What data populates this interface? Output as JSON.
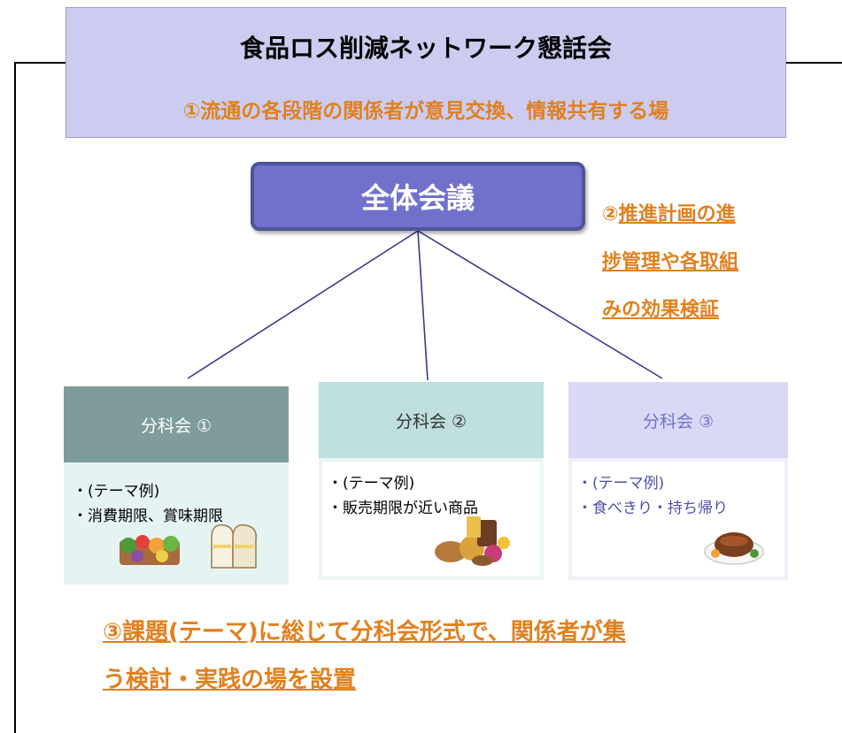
{
  "header": {
    "title": "食品ロス削減ネットワーク懇話会",
    "subtitle": "①流通の各段階の関係者が意見交換、情報共有する場"
  },
  "plenary": {
    "label": "全体会議"
  },
  "side_note": {
    "prefix": "②",
    "underlined": "推進計画の進",
    "line2": "捗管理や各取組",
    "line3": "みの効果検証"
  },
  "subcommittees": [
    {
      "label": "分科会 ①",
      "lines": [
        "・(テーマ例)",
        "・消費期限、賞味期限"
      ],
      "head_color": "#7f9c9c",
      "head_text_color": "#ffffff"
    },
    {
      "label": "分科会 ②",
      "lines": [
        "・(テーマ例)",
        "・販売期限が近い商品"
      ],
      "head_color": "#bfdede",
      "head_text_color": "#333333"
    },
    {
      "label": "分科会 ③",
      "lines": [
        "・(テーマ例)",
        "・食べきり・持ち帰り"
      ],
      "head_color": "#d9d9f5",
      "head_text_color": "#7171cc"
    }
  ],
  "bottom_note": {
    "line1": "③課題(テーマ)に総じて分科会形式で、関係者が集",
    "line2": "う検討・実践の場を設置"
  }
}
